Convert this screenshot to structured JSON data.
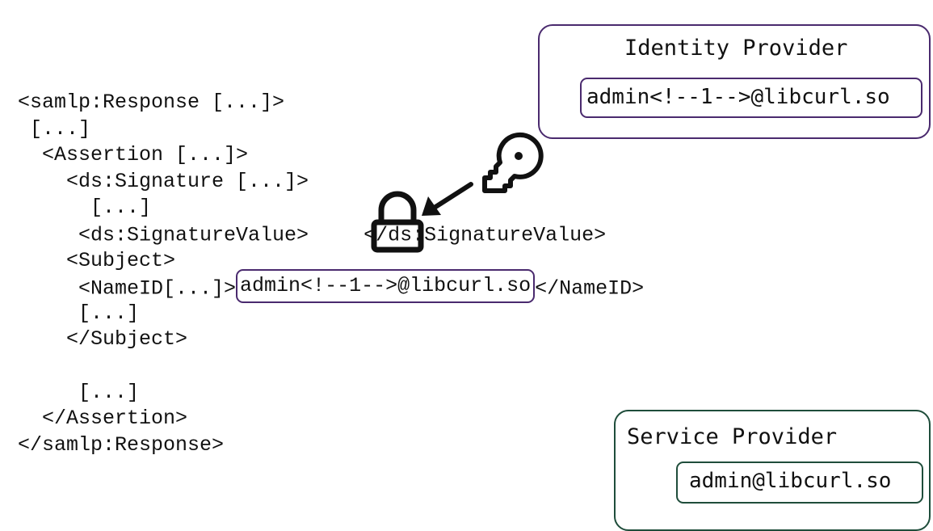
{
  "colors": {
    "identity_provider": "#4a2a6e",
    "service_provider": "#1f4d3b",
    "text": "#111111"
  },
  "icons": [
    "key-icon",
    "lock-icon",
    "arrow-icon"
  ],
  "code": {
    "line1": "<samlp:Response [...]>",
    "line2": " [...]",
    "line3": "  <Assertion [...]>",
    "line4": "    <ds:Signature [...]>",
    "line5": "      [...]",
    "line6_open": "     <ds:SignatureValue>",
    "line6_close": "</ds:SignatureValue>",
    "line7": "    <Subject>",
    "line8_open": "     <NameID[...]>",
    "line8_value": "admin<!--1-->@libcurl.so",
    "line8_close": "</NameID>",
    "line9": "     [...]",
    "line10": "    </Subject>",
    "line11": "",
    "line12": "     [...]",
    "line13": "  </Assertion>",
    "line14": "</samlp:Response>"
  },
  "identity_provider": {
    "title": "Identity Provider",
    "value": "admin<!--1-->@libcurl.so"
  },
  "service_provider": {
    "title": "Service Provider",
    "value": "admin@libcurl.so"
  }
}
